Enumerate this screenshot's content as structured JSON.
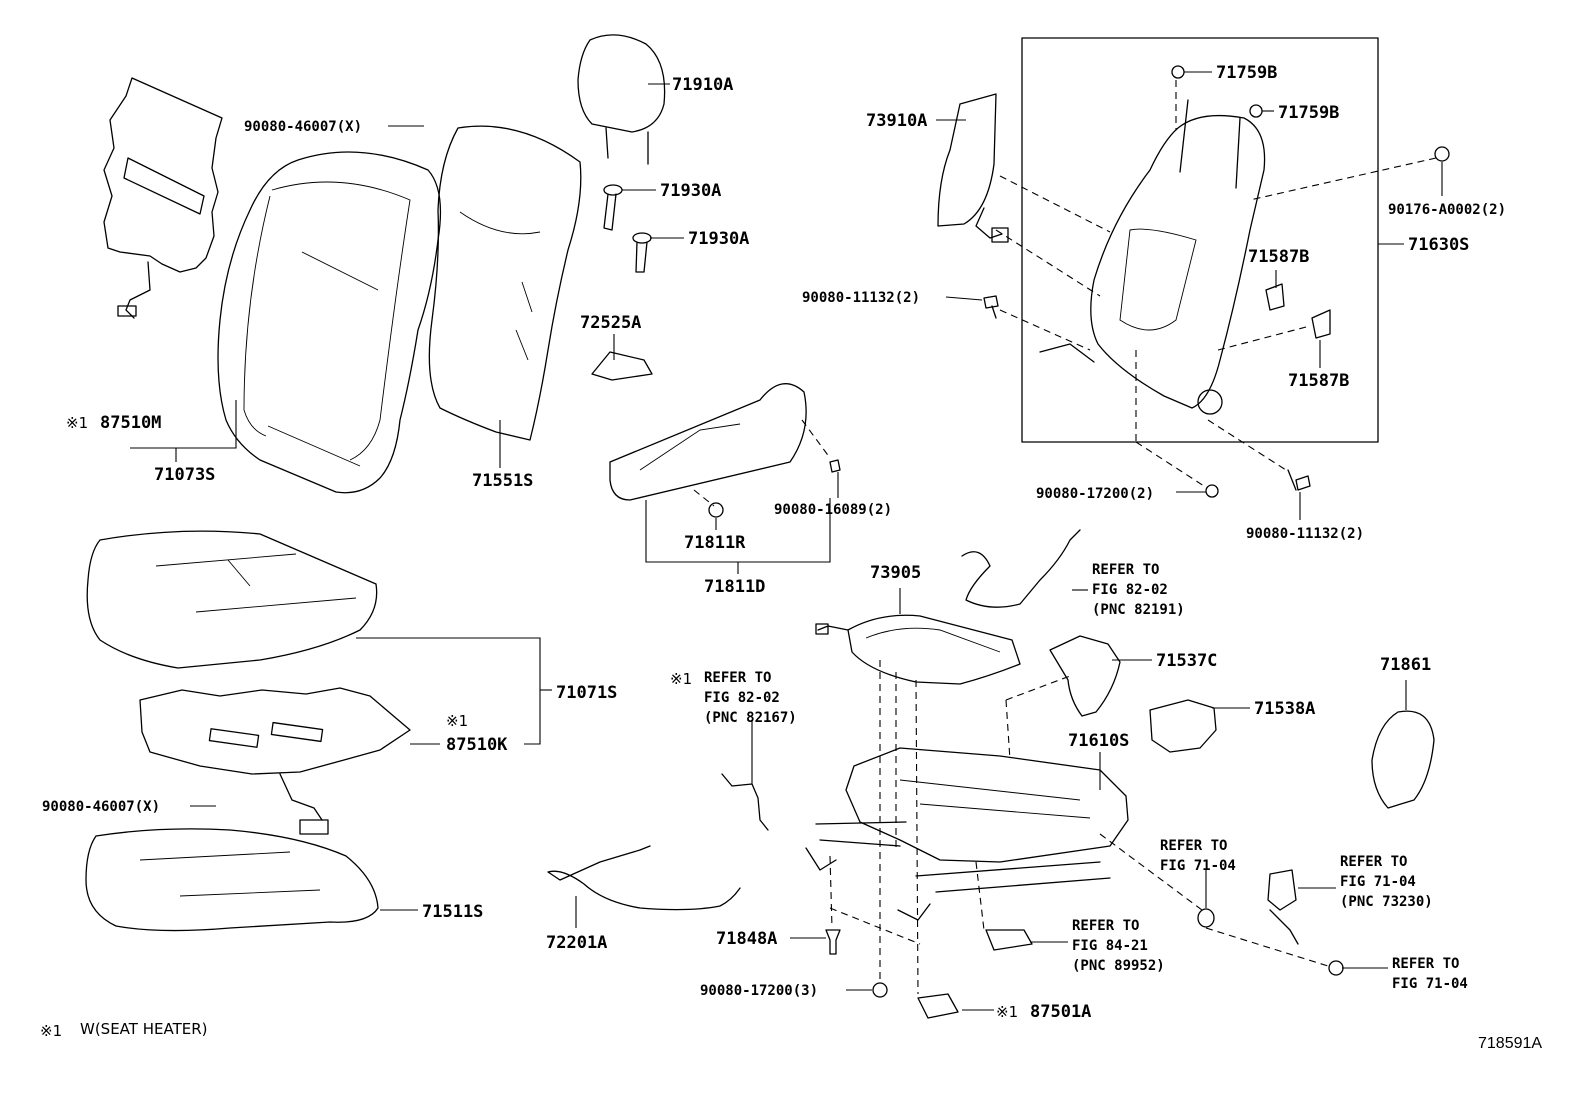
{
  "diagram_id": "718591A",
  "legend": {
    "mark": "※1",
    "text": "W(SEAT HEATER)"
  },
  "parts": {
    "p71910A": "71910A",
    "p71930A_1": "71930A",
    "p71930A_2": "71930A",
    "p72525A": "72525A",
    "p73910A": "73910A",
    "p71759B_1": "71759B",
    "p71759B_2": "71759B",
    "p90176": "90176-A0002(2)",
    "p71630S": "71630S",
    "p71587B_1": "71587B",
    "p71587B_2": "71587B",
    "p90080_11132_a": "90080-11132(2)",
    "p90080_11132_b": "90080-11132(2)",
    "p90080_17200_a": "90080-17200(2)",
    "p90080_16089": "90080-16089(2)",
    "p71811R": "71811R",
    "p71811D": "71811D",
    "p90080_46007_a": "90080-46007(X)",
    "p90080_46007_b": "90080-46007(X)",
    "p87510M_mark": "※1",
    "p87510M": "87510M",
    "p71073S": "71073S",
    "p71551S": "71551S",
    "p71071S": "71071S",
    "p87510K_mark": "※1",
    "p87510K": "87510K",
    "p71511S": "71511S",
    "p72201A": "72201A",
    "p71848A": "71848A",
    "p90080_17200_b": "90080-17200(3)",
    "p87501A_mark": "※1",
    "p87501A": "87501A",
    "p73905": "73905",
    "p71537C": "71537C",
    "p71538A": "71538A",
    "p71610S": "71610S",
    "p71861": "71861"
  },
  "refs": {
    "r82191": [
      "REFER TO",
      "FIG 82-02",
      "(PNC 82191)"
    ],
    "r82167_mark": "※1",
    "r82167": [
      "REFER TO",
      "FIG 82-02",
      "(PNC 82167)"
    ],
    "r7104a": [
      "REFER TO",
      "FIG 71-04"
    ],
    "r73230": [
      "REFER TO",
      "FIG 71-04",
      "(PNC 73230)"
    ],
    "r89952": [
      "REFER TO",
      "FIG 84-21",
      "(PNC 89952)"
    ],
    "r7104b": [
      "REFER TO",
      "FIG 71-04"
    ]
  }
}
